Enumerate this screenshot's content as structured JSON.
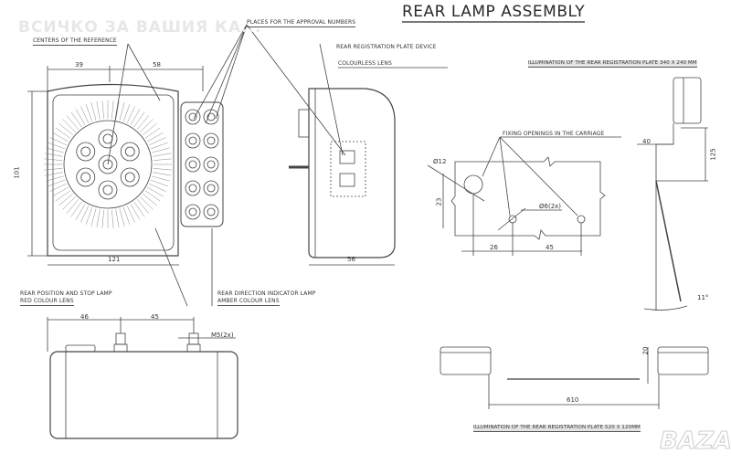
{
  "watermark": "ВСИЧКО ЗА ВАШИЯ КА...",
  "title": "REAR LAMP ASSEMBLY",
  "logo": "BAZAR",
  "labels": {
    "approval_numbers": "PLACES FOR THE APPROVAL NUMBERS",
    "centers_reference": "CENTERS OF THE REFERENCE",
    "plate_device": "REAR REGISTRATION PLATE DEVICE",
    "colourless_lens": "COLOURLESS LENS",
    "illum_340": "ILLUMINATION OF THE REAR REGISTRATION PLATE 340 X 240 MM",
    "fixing_openings": "FIXING OPENINGS IN THE CARRIAGE",
    "position_stop_1": "REAR POSITION AND STOP LAMP",
    "position_stop_2": "RED COLOUR LENS",
    "direction_1": "REAR DIRECTION INDICATOR LAMP",
    "direction_2": "AMBER COLOUR LENS",
    "illum_520": "ILLUMINATION OF THE REAR REGISTRATION PLATE 520 X 120MM"
  },
  "dimensions": {
    "d39": "39",
    "d58": "58",
    "d101": "101",
    "d121": "121",
    "d56": "56",
    "d12": "Ø12",
    "d23": "23",
    "d6": "Ø6(2x)",
    "d26": "26",
    "d45a": "45",
    "d40": "40",
    "d125": "125",
    "d11": "11°",
    "d46": "46",
    "d45b": "45",
    "m5": "M5(2x)",
    "d20": "20",
    "d610": "610"
  }
}
